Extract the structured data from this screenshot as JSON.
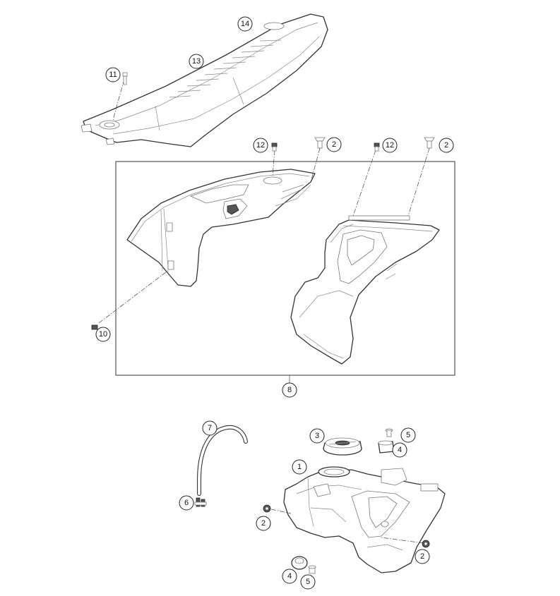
{
  "callouts": [
    {
      "id": "c14",
      "label": "14"
    },
    {
      "id": "c13",
      "label": "13"
    },
    {
      "id": "c11",
      "label": "11"
    },
    {
      "id": "c12a",
      "label": "12"
    },
    {
      "id": "c2a",
      "label": "2"
    },
    {
      "id": "c12b",
      "label": "12"
    },
    {
      "id": "c2b",
      "label": "2"
    },
    {
      "id": "c10",
      "label": "10"
    },
    {
      "id": "c8",
      "label": "8"
    },
    {
      "id": "c7",
      "label": "7"
    },
    {
      "id": "c3",
      "label": "3"
    },
    {
      "id": "c5a",
      "label": "5"
    },
    {
      "id": "c4a",
      "label": "4"
    },
    {
      "id": "c1",
      "label": "1"
    },
    {
      "id": "c6",
      "label": "6"
    },
    {
      "id": "c2c",
      "label": "2"
    },
    {
      "id": "c2d",
      "label": "2"
    },
    {
      "id": "c4b",
      "label": "4"
    },
    {
      "id": "c5b",
      "label": "5"
    }
  ]
}
